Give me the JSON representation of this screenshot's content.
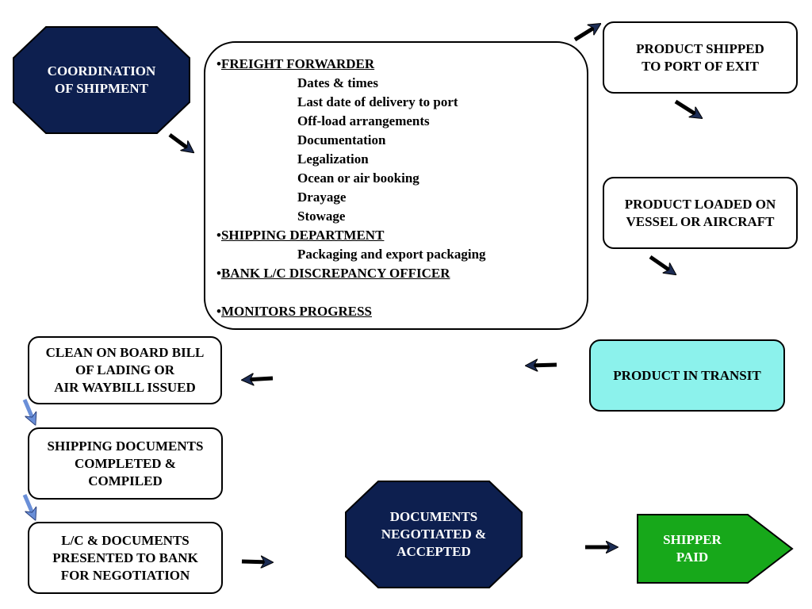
{
  "coordination": {
    "lines": [
      "COORDINATION",
      "OF SHIPMENT"
    ],
    "fill": "#0d1f4f"
  },
  "forwarder_panel": {
    "bullet": "•",
    "freight_forwarder": {
      "heading": "FREIGHT FORWARDER",
      "items": [
        "Dates & times",
        "Last date of delivery to port",
        "Off-load arrangements",
        "Documentation",
        "Legalization",
        "Ocean or air booking",
        "Drayage",
        "Stowage"
      ]
    },
    "shipping_department": {
      "heading": "SHIPPING DEPARTMENT",
      "items": [
        "Packaging and export packaging"
      ]
    },
    "bank_officer": {
      "heading": "BANK L/C DISCREPANCY OFFICER"
    },
    "monitors": {
      "heading": "MONITORS PROGRESS"
    }
  },
  "product_shipped": {
    "lines": [
      "PRODUCT SHIPPED",
      "TO PORT OF EXIT"
    ]
  },
  "product_loaded": {
    "lines": [
      "PRODUCT LOADED ON",
      "VESSEL OR AIRCRAFT"
    ]
  },
  "product_in_transit": {
    "lines": [
      "PRODUCT IN TRANSIT"
    ],
    "fill": "#8cf2ec"
  },
  "bill_of_lading": {
    "lines": [
      "CLEAN ON BOARD BILL",
      "OF LADING OR",
      "AIR WAYBILL ISSUED"
    ]
  },
  "shipping_documents": {
    "lines": [
      "SHIPPING DOCUMENTS",
      "COMPLETED &",
      "COMPILED"
    ]
  },
  "lc_documents": {
    "lines": [
      "L/C & DOCUMENTS",
      "PRESENTED TO BANK",
      "FOR NEGOTIATION"
    ]
  },
  "documents_negotiated": {
    "lines": [
      "DOCUMENTS",
      "NEGOTIATED &",
      "ACCEPTED"
    ],
    "fill": "#0d1f4f"
  },
  "shipper_paid": {
    "lines": [
      "SHIPPER",
      "PAID"
    ],
    "fill": "#17a81a"
  },
  "colors": {
    "arrow_dark": "#000000",
    "arrow_light": "#6a8fd8",
    "text_on_dark": "#ffffff"
  }
}
